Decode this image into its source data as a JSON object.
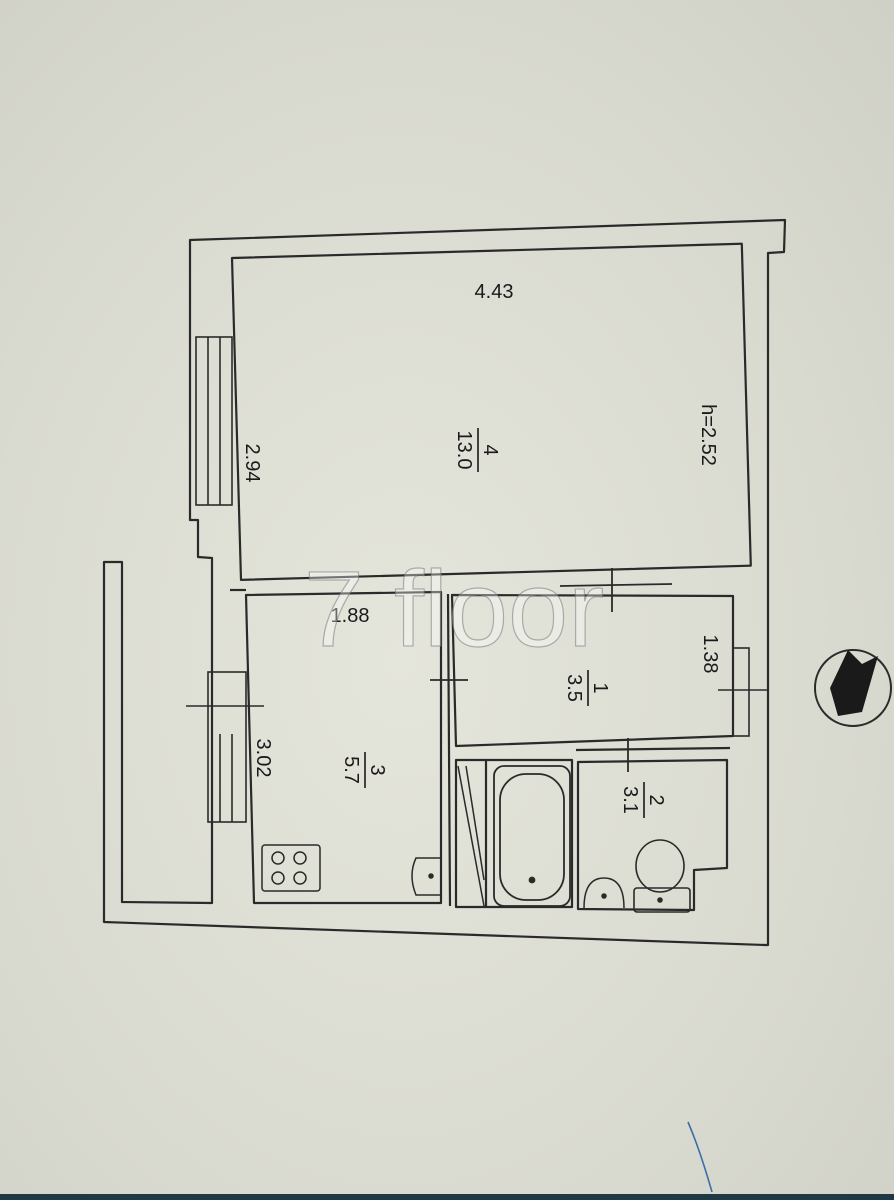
{
  "plan": {
    "rooms": [
      {
        "number": "4",
        "area": "13.0"
      },
      {
        "number": "3",
        "area": "5.7"
      },
      {
        "number": "1",
        "area": "3.5"
      },
      {
        "number": "2",
        "area": "3.1"
      }
    ],
    "dimensions": {
      "top_width": "4.43",
      "left_upper": "2.94",
      "ceiling_height": "h=2.52",
      "kitchen_width": "1.88",
      "left_lower": "3.02",
      "hall_right": "1.38"
    },
    "watermark": "7 floor",
    "colors": {
      "paper": "#dcddd3",
      "wall": "#2a2a2a",
      "watermark": "#ffffff"
    }
  }
}
